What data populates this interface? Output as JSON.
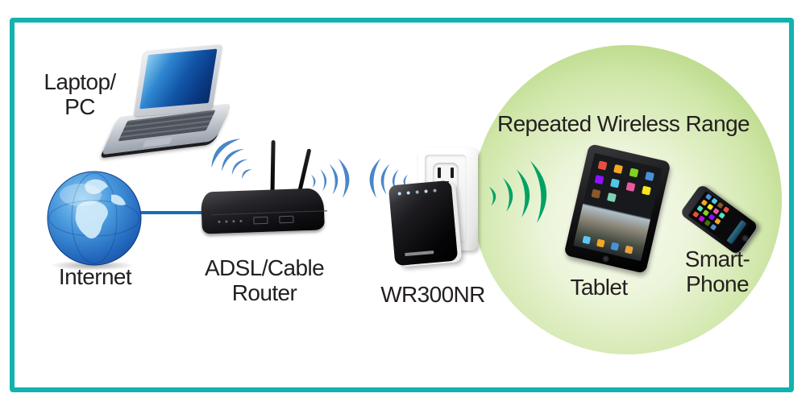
{
  "diagram": {
    "range_label": "Repeated Wireless Range",
    "nodes": {
      "laptop": {
        "line1": "Laptop/",
        "line2": "PC"
      },
      "internet": {
        "label": "Internet"
      },
      "router": {
        "line1": "ADSL/Cable",
        "line2": "Router"
      },
      "repeater": {
        "label": "WR300NR"
      },
      "tablet": {
        "label": "Tablet"
      },
      "smartphone": {
        "line1": "Smart-",
        "line2": "Phone"
      }
    },
    "links": [
      {
        "from": "internet",
        "to": "router",
        "type": "wired"
      },
      {
        "from": "router",
        "to": "laptop",
        "type": "wireless"
      },
      {
        "from": "router",
        "to": "repeater",
        "type": "wireless"
      },
      {
        "from": "repeater",
        "to": "tablet-and-smartphone",
        "type": "repeated-wireless"
      }
    ],
    "colors": {
      "frame_teal": "#12b2ae",
      "wave_blue": "#4a86c8",
      "wave_green": "#00a263",
      "wired_line_blue": "#1b6eb5",
      "range_circle_green": "#a6ce6b",
      "label_text": "#231f20"
    }
  }
}
